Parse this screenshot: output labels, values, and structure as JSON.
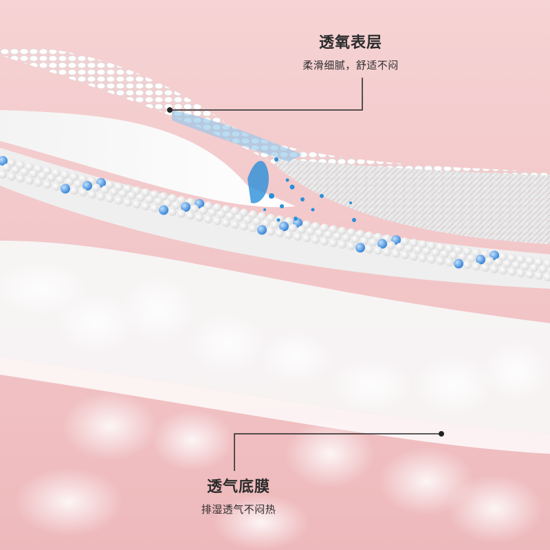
{
  "top_layer": {
    "title": "透氧表层",
    "subtitle": "柔滑细腻，舒适不闷"
  },
  "bottom_layer": {
    "title": "透气底膜",
    "subtitle": "排湿透气不闷热"
  },
  "colors": {
    "background": "#f3c9cb",
    "layer_white": "#ffffff",
    "bead_blue": "#3d8fe0",
    "liquid_blue": "#2a8fd8",
    "callout_line": "#222222"
  }
}
